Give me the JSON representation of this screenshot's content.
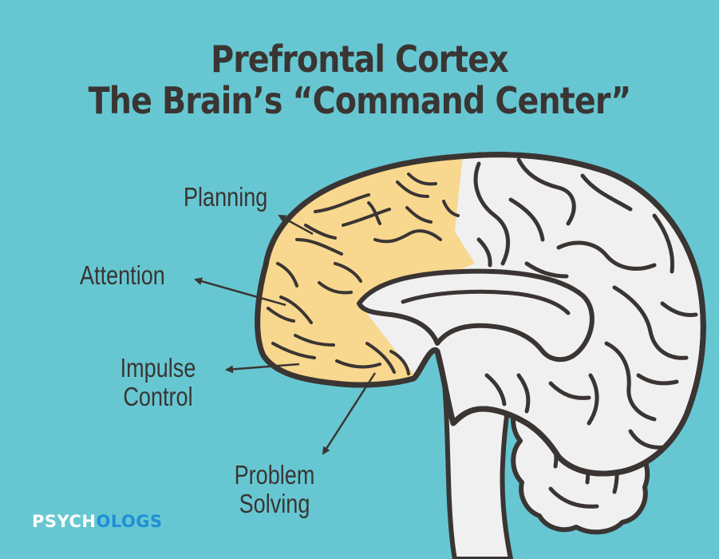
{
  "title": {
    "line1": "Prefrontal Cortex",
    "line2": "The Brain’s “Command Center”"
  },
  "labels": {
    "planning": "Planning",
    "attention": "Attention",
    "impulse_line1": "Impulse",
    "impulse_line2": "Control",
    "problem_line1": "Problem",
    "problem_line2": "Solving"
  },
  "logo": {
    "part1": "PSYCH",
    "part2": "OLOGS"
  },
  "colors": {
    "background": "#66c7d2",
    "prefrontal_fill": "#f8d78e",
    "brain_fill": "#f0f0f0",
    "outline": "#3a3533",
    "logo_accent": "#1f8fd6"
  }
}
